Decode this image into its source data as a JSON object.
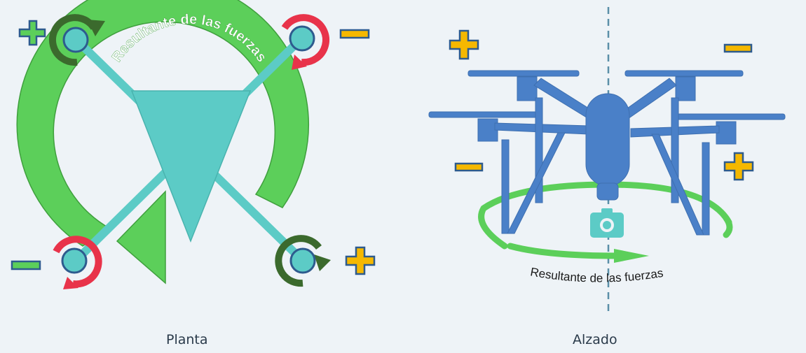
{
  "plan": {
    "caption": "Planta",
    "arc_label": "Resultante de las fuerzas",
    "signs": {
      "top_left": "+",
      "top_right": "−",
      "bottom_left": "−",
      "bottom_right": "+"
    }
  },
  "elevation": {
    "caption": "Alzado",
    "ring_label": "Resultante de las fuerzas",
    "signs": {
      "top_left": "+",
      "top_right": "−",
      "mid_left": "−",
      "mid_right": "+"
    }
  },
  "colors": {
    "background": "#eef3f7",
    "resultant_green": "#5ccf5a",
    "teal": "#5ccbc6",
    "cw_rotation": "#3b6a2d",
    "ccw_rotation": "#e8334a",
    "plus_plan": "#5ccf5a",
    "minus_plan": "#5ccf5a",
    "sign_elevation": "#f5b800",
    "drone_blue": "#4a80c8"
  }
}
